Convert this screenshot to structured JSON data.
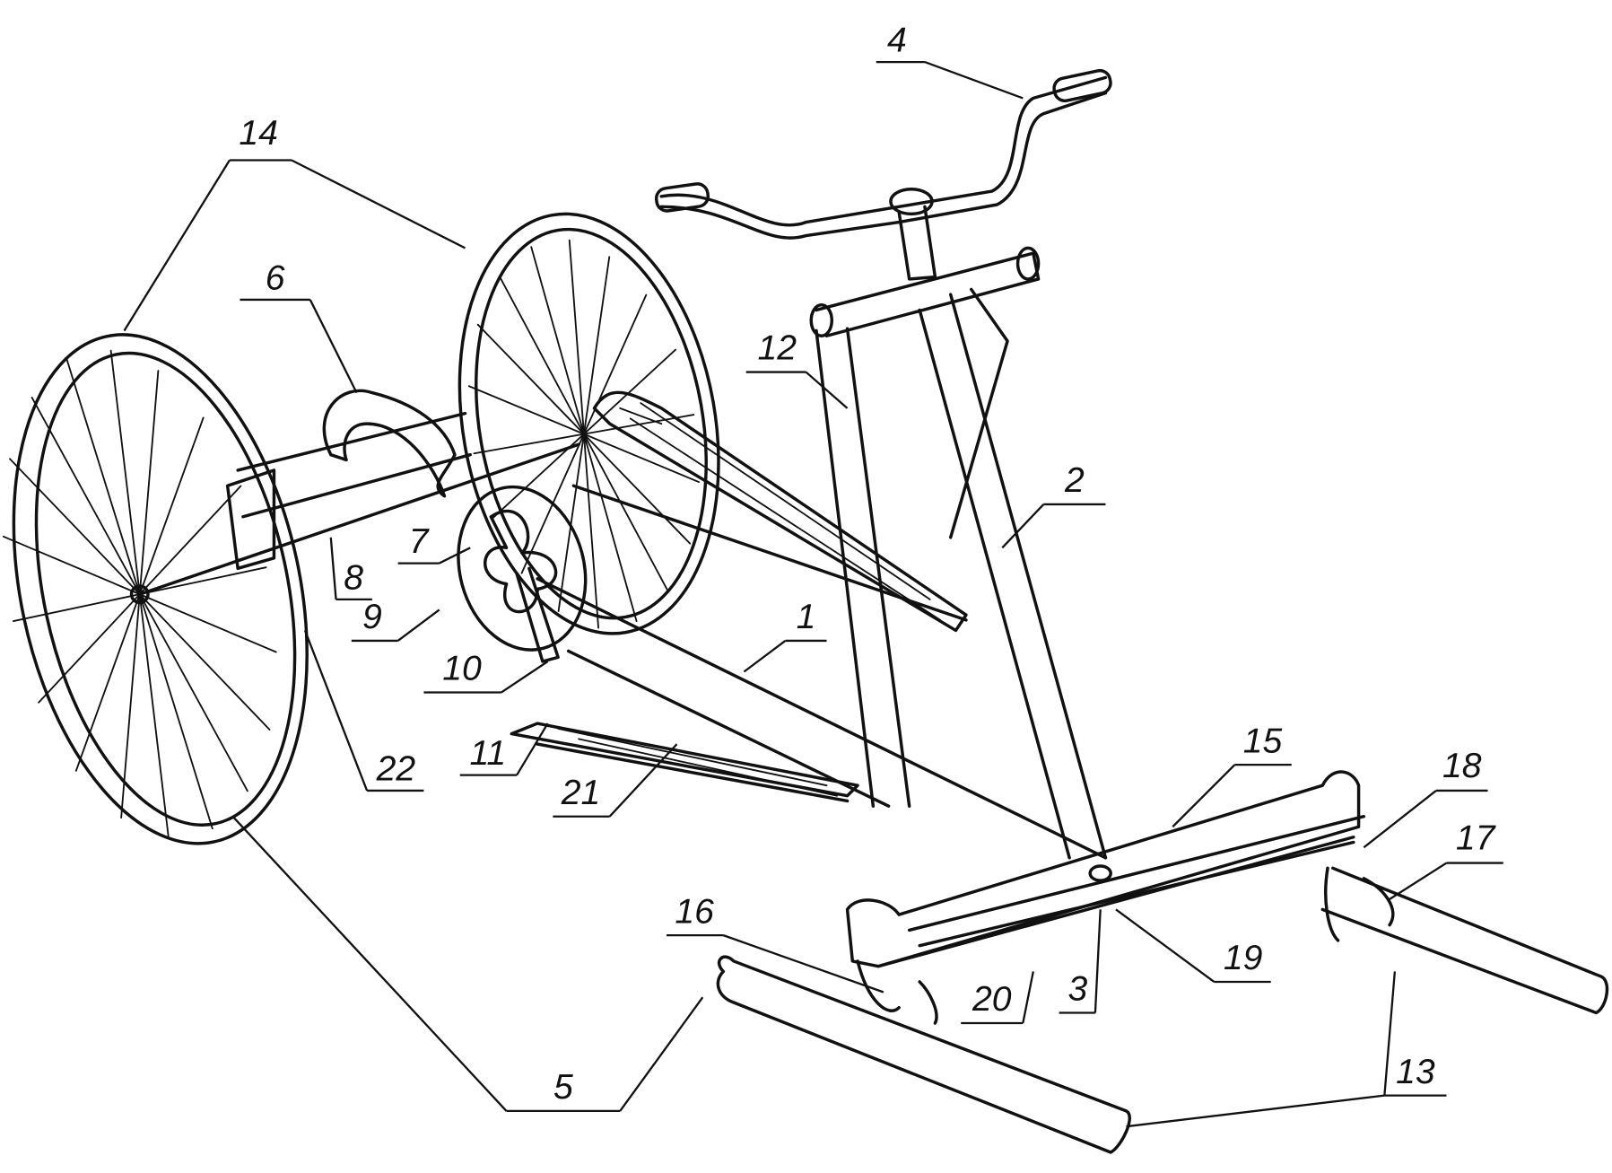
{
  "figure": {
    "labels": [
      "4",
      "14",
      "6",
      "12",
      "2",
      "7",
      "8",
      "9",
      "10",
      "1",
      "11",
      "22",
      "21",
      "15",
      "18",
      "17",
      "16",
      "19",
      "20",
      "3",
      "13",
      "5"
    ]
  }
}
